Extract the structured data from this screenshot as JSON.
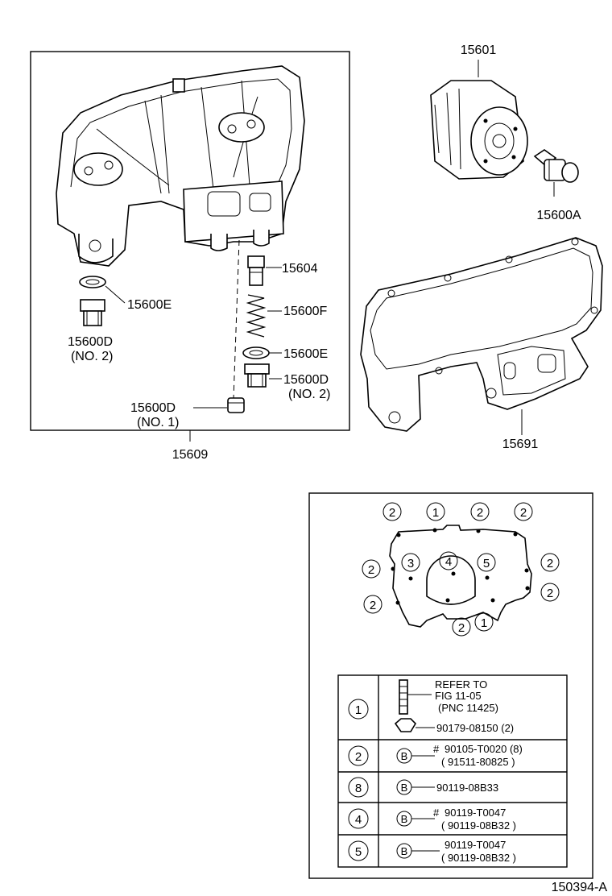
{
  "labels": {
    "oil_filter": "15601",
    "union_bolt": "15600A",
    "bracket_assy": "15609",
    "gasket": "15691",
    "valve": "15604",
    "spring": "15600F",
    "gasket_e_upper": "15600E",
    "plug_d_left": "15600D",
    "plug_d_left_note": "(NO. 2)",
    "gasket_e_right": "15600E",
    "plug_d_right": "15600D",
    "plug_d_right_note": "(NO. 2)",
    "plug_d_bottom": "15600D",
    "plug_d_bottom_note": "(NO. 1)",
    "figure_code": "150394-A"
  },
  "bolt_map": {
    "circles": [
      "2",
      "1",
      "2",
      "2",
      "2",
      "3",
      "4",
      "5",
      "2",
      "2",
      "2",
      "2",
      "1"
    ]
  },
  "legend": {
    "row1": {
      "key": "1",
      "line1": "REFER TO",
      "line2": "FIG 11-05",
      "line3": "(PNC 11425)",
      "part": "90179-08150 (2)"
    },
    "row2": {
      "key": "2",
      "b": "B",
      "hash": "#",
      "part": "90105-T0020 (8)",
      "alt": "( 91511-80825 )"
    },
    "row3": {
      "key": "8",
      "b": "B",
      "part": "90119-08B33"
    },
    "row4": {
      "key": "4",
      "b": "B",
      "hash": "#",
      "part": "90119-T0047",
      "alt": "( 90119-08B32 )"
    },
    "row5": {
      "key": "5",
      "b": "B",
      "part": "90119-T0047",
      "alt": "( 90119-08B32 )"
    }
  }
}
